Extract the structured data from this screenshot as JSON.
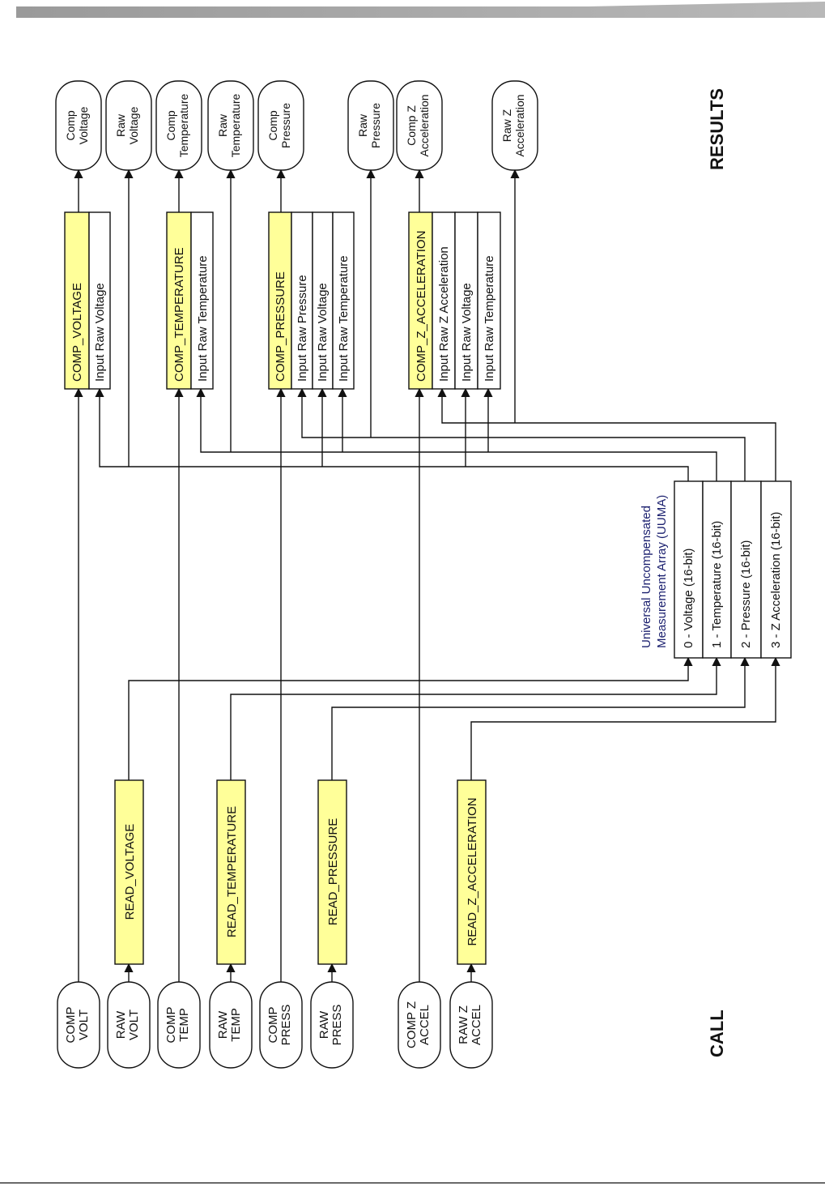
{
  "section_labels": {
    "call": "CALL",
    "results": "RESULTS"
  },
  "calls": {
    "comp_volt": [
      "COMP",
      "VOLT"
    ],
    "raw_volt": [
      "RAW",
      "VOLT"
    ],
    "comp_temp": [
      "COMP",
      "TEMP"
    ],
    "raw_temp": [
      "RAW",
      "TEMP"
    ],
    "comp_press": [
      "COMP",
      "PRESS"
    ],
    "raw_press": [
      "RAW",
      "PRESS"
    ],
    "comp_accel": [
      "COMP Z",
      "ACCEL"
    ],
    "raw_accel": [
      "RAW Z",
      "ACCEL"
    ]
  },
  "results": {
    "comp_voltage": [
      "Comp",
      "Voltage"
    ],
    "raw_voltage": [
      "Raw",
      "Voltage"
    ],
    "comp_temperature": [
      "Comp",
      "Temperature"
    ],
    "raw_temperature": [
      "Raw",
      "Temperature"
    ],
    "comp_pressure": [
      "Comp",
      "Pressure"
    ],
    "raw_pressure": [
      "Raw",
      "Pressure"
    ],
    "comp_acceleration": [
      "Comp Z",
      "Acceleration"
    ],
    "raw_acceleration": [
      "Raw Z",
      "Acceleration"
    ]
  },
  "read_functions": {
    "voltage": "READ_VOLTAGE",
    "temperature": "READ_TEMPERATURE",
    "pressure": "READ_PRESSURE",
    "acceleration": "READ_Z_ACCELERATION"
  },
  "comp_functions": {
    "voltage": {
      "title": "COMP_VOLTAGE",
      "inputs": [
        "Input Raw Voltage"
      ]
    },
    "temperature": {
      "title": "COMP_TEMPERATURE",
      "inputs": [
        "Input Raw Temperature"
      ]
    },
    "pressure": {
      "title": "COMP_PRESSURE",
      "inputs": [
        "Input Raw Pressure",
        "Input Raw Voltage",
        "Input Raw Temperature"
      ]
    },
    "acceleration": {
      "title": "COMP_Z_ACCELERATION",
      "inputs": [
        "Input Raw Z Acceleration",
        "Input Raw Voltage",
        "Input Raw Temperature"
      ]
    }
  },
  "uuma": {
    "title": [
      "Universal Uncompensated",
      "Measurement Array (UUMA)"
    ],
    "rows": [
      "0 - Voltage (16-bit)",
      "1 - Temperature (16-bit)",
      "2 - Pressure (16-bit)",
      "3 - Z Acceleration (16-bit)"
    ]
  },
  "colors": {
    "function_fill": "#ffff99",
    "uuma_title": "#1a1f6e",
    "line": "#111111"
  }
}
